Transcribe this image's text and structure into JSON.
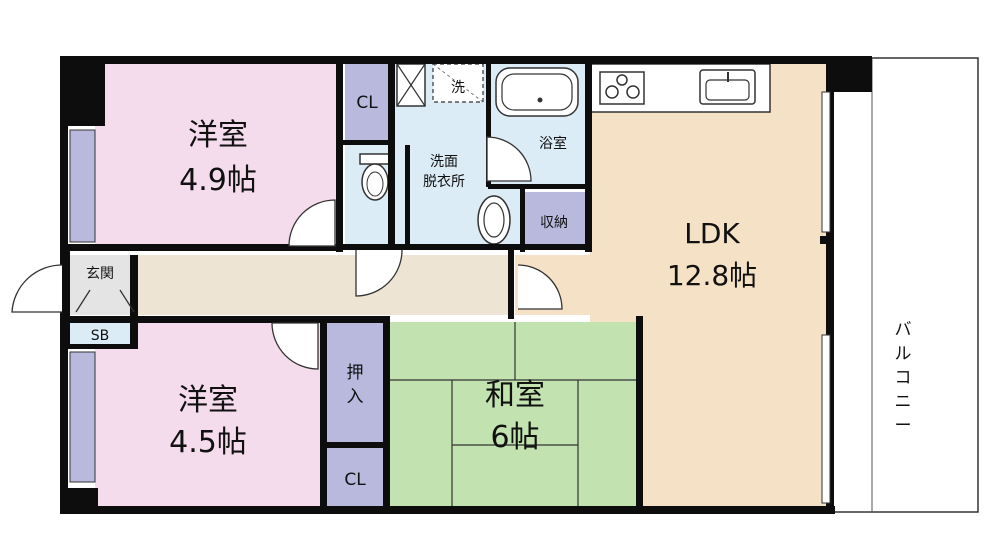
{
  "colors": {
    "wall": "#0d0d0d",
    "western_room": "#f5dcec",
    "ldk": "#f5e1c5",
    "corridor": "#ede4d3",
    "wet_area": "#dcecf6",
    "closet": "#b8b9dc",
    "tatami": "#c2e2b0",
    "balcony": "#ffffff"
  },
  "rooms": {
    "western_room_1": {
      "name": "洋室",
      "size": "4.9帖"
    },
    "western_room_2": {
      "name": "洋室",
      "size": "4.5帖"
    },
    "ldk": {
      "name": "LDK",
      "size": "12.8帖"
    },
    "japanese_room": {
      "name": "和室",
      "size": "6帖"
    },
    "closet_top": "CL",
    "closet_bottom": "CL",
    "oshiire": [
      "押",
      "入"
    ],
    "washer": "洗",
    "bathroom": "浴室",
    "dressing_room": [
      "洗面",
      "脱衣所"
    ],
    "storage": "収納",
    "entrance": "玄関",
    "shoe_box": "SB",
    "balcony": [
      "バ",
      "ル",
      "コ",
      "ニ",
      "ー"
    ]
  }
}
